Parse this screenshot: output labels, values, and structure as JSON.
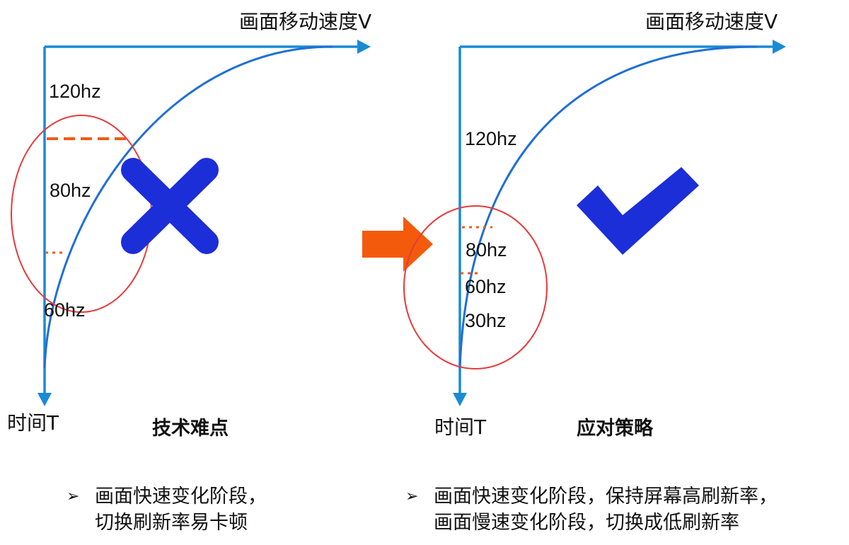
{
  "colors": {
    "axis": "#1a8ad6",
    "curve": "#1f6fd6",
    "ellipse": "#e53b3b",
    "dashed_line": "#f05a14",
    "cross_mark": "#1c2ed8",
    "check_mark": "#1c2ed8",
    "transition_arrow": "#f45a0c",
    "text": "#111111"
  },
  "left_panel": {
    "x_axis_label": "画面移动速度V",
    "y_axis_label": "时间T",
    "rate_labels": [
      "120hz",
      "80hz",
      "60hz"
    ],
    "title": "技术难点",
    "verdict_icon": "cross-mark-icon",
    "bullet_lines": [
      "画面快速变化阶段，",
      "切换刷新率易卡顿"
    ]
  },
  "right_panel": {
    "x_axis_label": "画面移动速度V",
    "y_axis_label": "时间T",
    "rate_labels": [
      "120hz",
      "80hz",
      "60hz",
      "30hz"
    ],
    "title": "应对策略",
    "verdict_icon": "check-mark-icon",
    "bullet_lines": [
      "画面快速变化阶段，保持屏幕高刷新率，",
      "画面慢速变化阶段，切换成低刷新率"
    ]
  },
  "bullet_marker": "➢",
  "transition_icon": "right-arrow-icon"
}
